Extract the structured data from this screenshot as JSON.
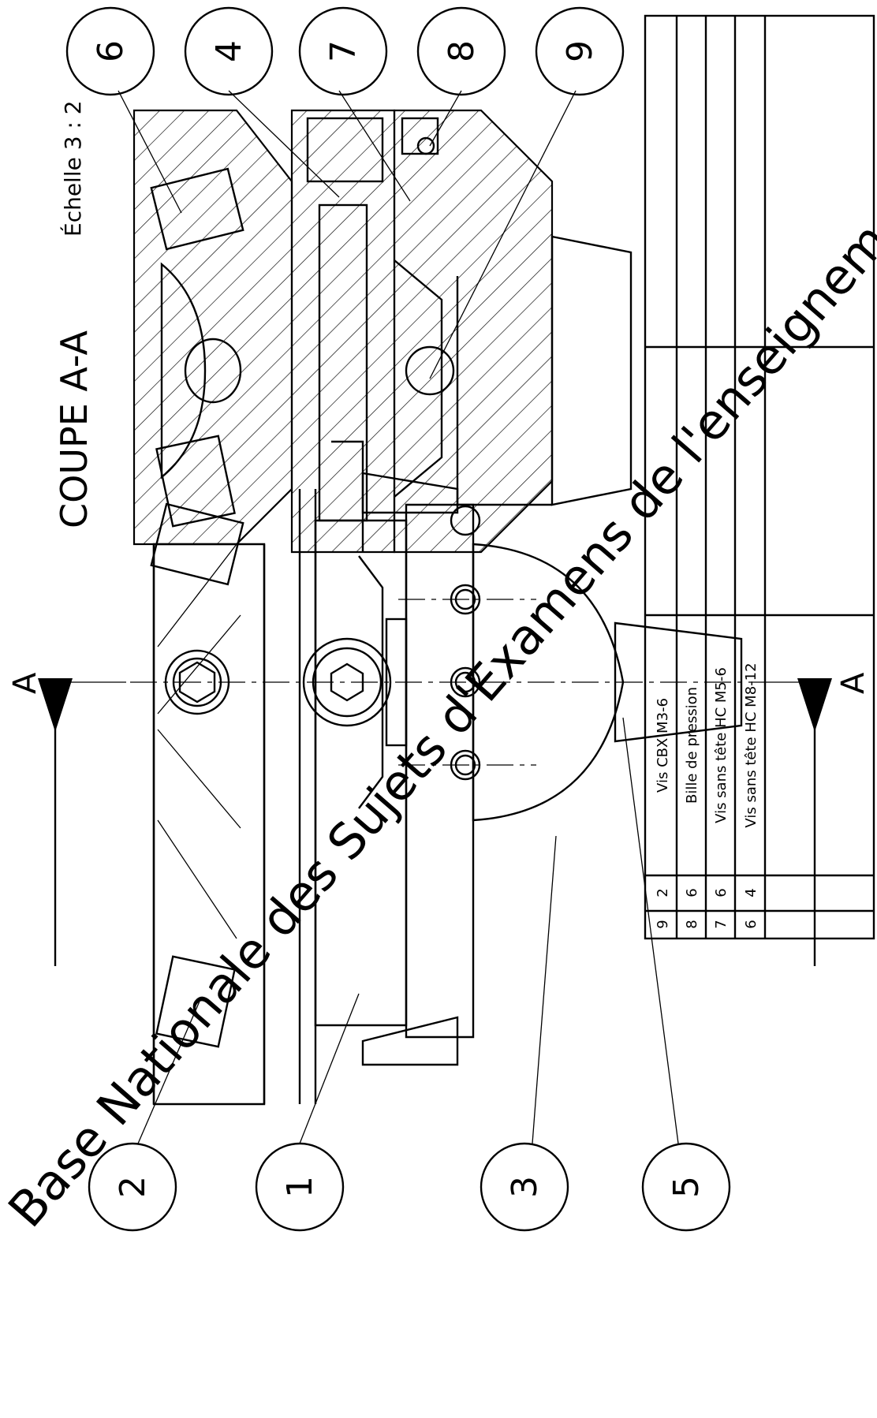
{
  "drawing": {
    "section_title": "COUPE A-A",
    "scale": "Échelle 3 : 2",
    "section_marker": "A",
    "watermark": "Base Nationale des Sujets d'Examens de l'enseignement professionnel"
  },
  "callouts_left": [
    "2",
    "1",
    "3",
    "5"
  ],
  "callouts_right": [
    "6",
    "4",
    "7",
    "8",
    "9"
  ],
  "parts_table": {
    "rows": [
      {
        "rep": "9",
        "qty": "2",
        "designation": "Vis CBX M3-6"
      },
      {
        "rep": "8",
        "qty": "6",
        "designation": "Bille de pression"
      },
      {
        "rep": "7",
        "qty": "6",
        "designation": "Vis sans tête HC M5-6"
      },
      {
        "rep": "6",
        "qty": "4",
        "designation": "Vis sans tête HC M8-12"
      }
    ]
  },
  "colors": {
    "line": "#000000",
    "watermark": "#d8d8d8",
    "background": "#ffffff"
  }
}
